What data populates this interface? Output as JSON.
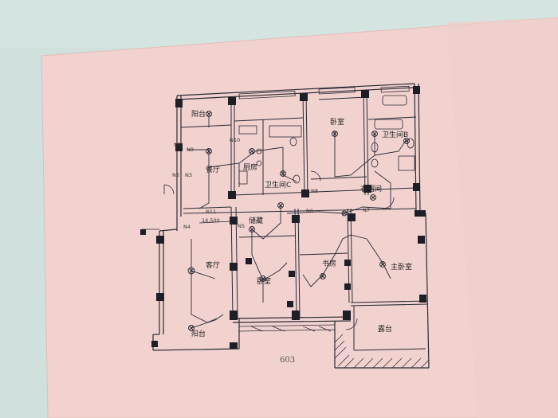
{
  "colors": {
    "wall_bg": "#cfe0dd",
    "paper": "#f1d2cf",
    "ink": "#2b2b35",
    "ink_light": "#6a6a78"
  },
  "rooms": {
    "balcony_top": "阳台",
    "dining": "餐厅",
    "kitchen": "厨房",
    "bath_1": "卫生间C",
    "bedroom_top": "卧室",
    "bath_2": "卫生间B",
    "walkin_closet": "衣帽间",
    "storage": "储藏",
    "living": "客厅",
    "bedroom_mid": "卧室",
    "study": "书房",
    "master_bedroom": "主卧室",
    "balcony_bottom": "阳台",
    "terrace": "露台"
  },
  "circuit_labels": {
    "n1": "N1",
    "n2": "N2",
    "n3": "N3",
    "n4": "N4",
    "n5": "N5",
    "n6": "N6",
    "n7": "N7",
    "n8": "N8",
    "n9": "N9",
    "n10": "N10",
    "n11": "N11"
  },
  "elevation": "14.500",
  "page_number": "603"
}
